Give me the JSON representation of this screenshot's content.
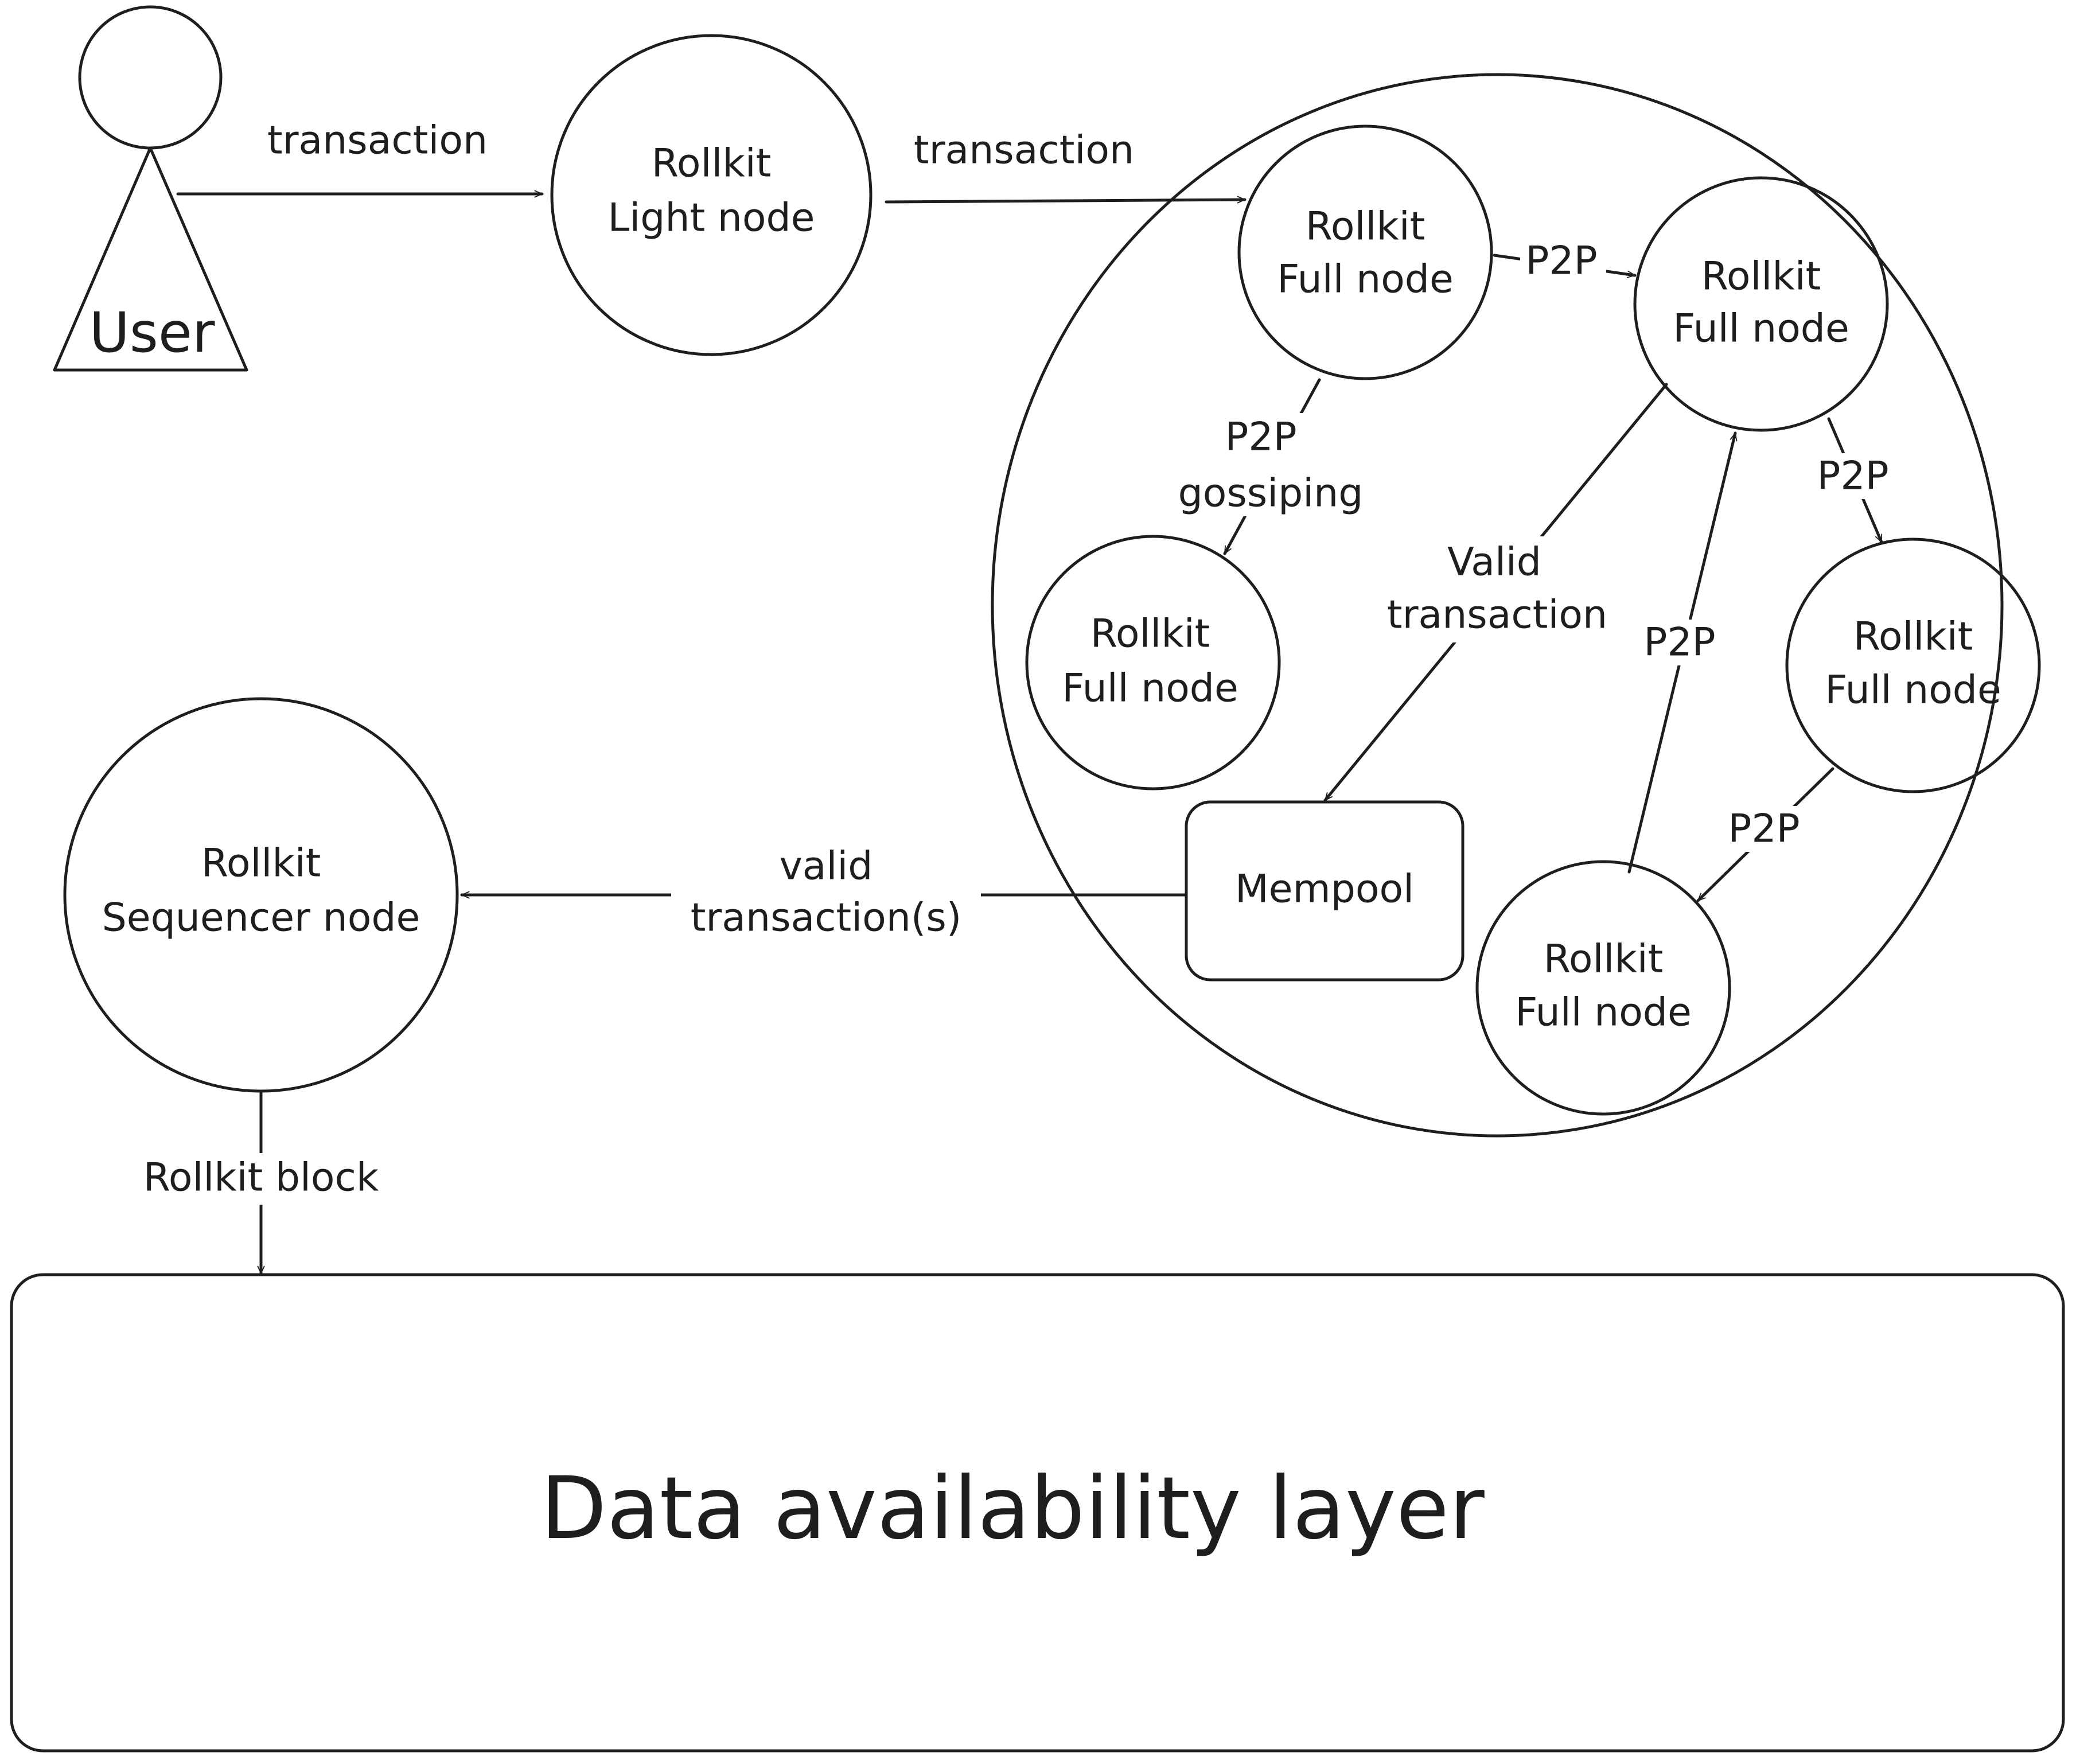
{
  "user": {
    "label": "User"
  },
  "nodes": {
    "light": {
      "line1": "Rollkit",
      "line2": "Light node"
    },
    "full_a": {
      "line1": "Rollkit",
      "line2": "Full node"
    },
    "full_b": {
      "line1": "Rollkit",
      "line2": "Full node"
    },
    "full_c": {
      "line1": "Rollkit",
      "line2": "Full node"
    },
    "full_d": {
      "line1": "Rollkit",
      "line2": "Full node"
    },
    "full_e": {
      "line1": "Rollkit",
      "line2": "Full node"
    },
    "sequencer": {
      "line1": "Rollkit",
      "line2": "Sequencer node"
    }
  },
  "mempool": {
    "label": "Mempool"
  },
  "edges": {
    "user_to_light": "transaction",
    "light_to_full": "transaction",
    "full_a_to_full_b": "P2P",
    "gossip_line1": "P2P",
    "gossip_line2": "gossiping",
    "valid_line1": "Valid",
    "valid_line2": "transaction",
    "full_b_to_full_d": "P2P",
    "full_d_to_full_e": "P2P",
    "full_e_to_full_b": "P2P",
    "mempool_line1": "valid",
    "mempool_line2": "transaction(s)",
    "sequencer_to_da": "Rollkit block"
  },
  "da_layer": {
    "label": "Data availability layer"
  }
}
